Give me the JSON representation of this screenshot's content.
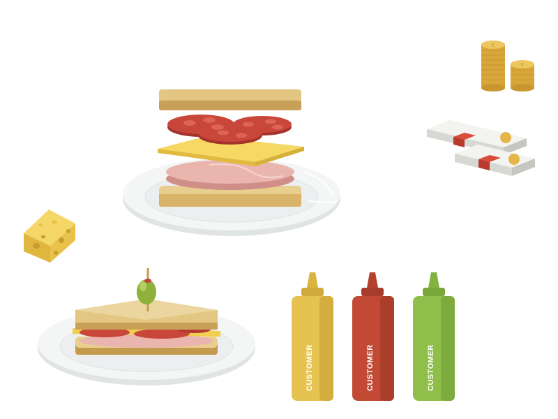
{
  "bottles": [
    {
      "label": "CUSTOMER",
      "color": "#e6c350",
      "shade": "#cfa93a",
      "cap": "#d9b43e"
    },
    {
      "label": "CUSTOMER",
      "color": "#c24a35",
      "shade": "#a73c2a",
      "cap": "#b3412e"
    },
    {
      "label": "CUSTOMER",
      "color": "#8fbf4a",
      "shade": "#78a83a",
      "cap": "#82b33f"
    }
  ],
  "colors": {
    "bread_top": "#e2c681",
    "bread_crust": "#c49a4f",
    "tomato": "#c2433a",
    "cheese": "#f0cf4e",
    "ham": "#e5a8a2",
    "plate": "#f2f3f3",
    "coin": "#e4b649",
    "banknote": "#e9eae6",
    "band": "#d94b3a",
    "olive": "#8db13a"
  },
  "icons": {
    "coins": "coin-stack-icon",
    "money": "banknote-bundle-icon",
    "cheese": "cheese-wedge-icon"
  }
}
